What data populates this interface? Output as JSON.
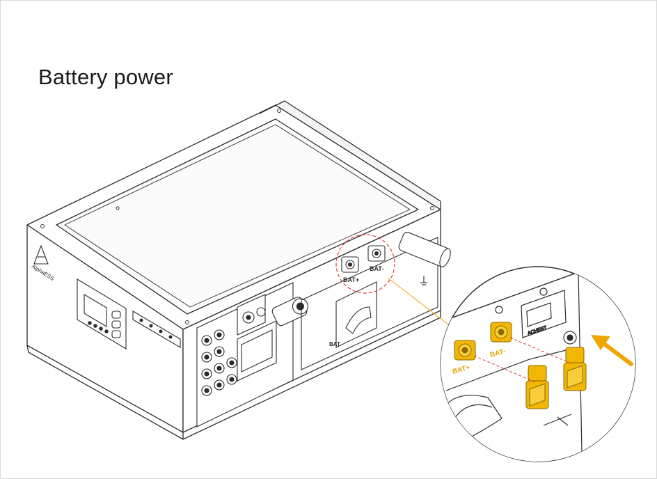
{
  "heading": "Battery power",
  "brand": "AlphaESS",
  "terminals": {
    "bat_plus": "BAT+",
    "bat_minus": "BAT-",
    "breaker": "BAT"
  },
  "label_port": "ACHEST",
  "colors": {
    "line": "#2b2b2b",
    "highlight_connector": "#f2b705",
    "arrow": "#f0a500",
    "callout_circle": "#e23a3a",
    "dash_red": "#d43b3b",
    "dash_orange": "#f0a500"
  }
}
